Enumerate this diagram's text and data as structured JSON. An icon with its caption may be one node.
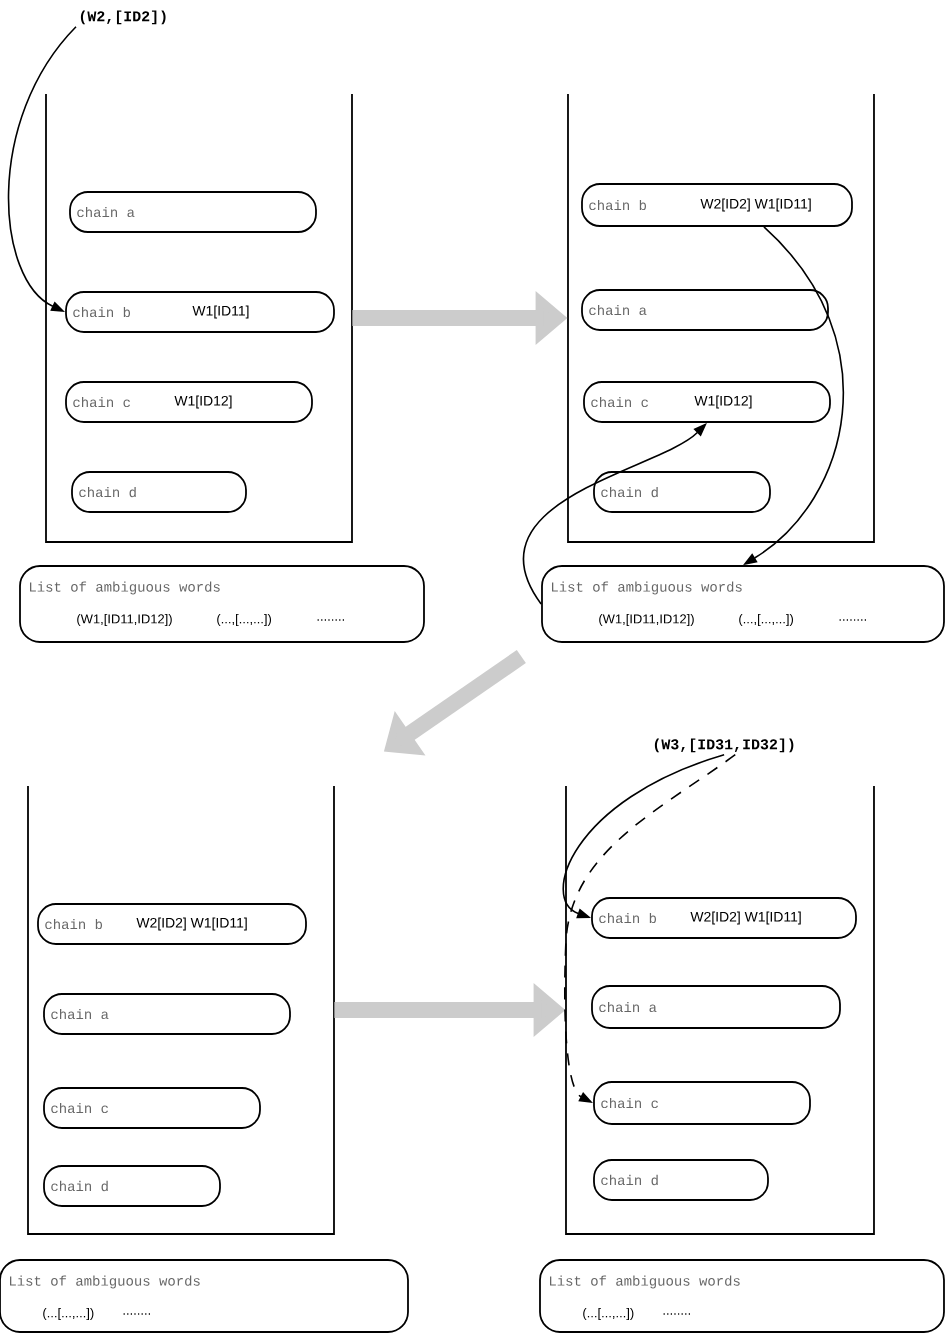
{
  "diagram": {
    "nodes": [
      {
        "text": [
          "(W2,[ID2])"
        ]
      },
      {
        "text": [],
        "shape": "box"
      },
      {
        "text": [
          "chain a"
        ],
        "in": 1
      },
      {
        "text": [
          "chain b",
          "W1[ID11]"
        ],
        "in": 1
      },
      {
        "text": [
          "chain c",
          "W1[ID12]"
        ],
        "in": 1
      },
      {
        "text": [
          "chain d"
        ],
        "in": 1
      },
      {
        "text": [
          "List of ambiguous words",
          "(W1,[ID11,ID12])",
          "(...,[...,...])",
          "........"
        ]
      },
      {
        "text": [],
        "shape": "box"
      },
      {
        "text": [
          "chain b",
          "W2[ID2] W1[ID11]"
        ],
        "in": 7
      },
      {
        "text": [
          "chain a"
        ],
        "in": 7
      },
      {
        "text": [
          "chain c",
          "W1[ID12]"
        ],
        "in": 7
      },
      {
        "text": [
          "chain d"
        ],
        "in": 7
      },
      {
        "text": [
          "List of ambiguous words",
          "(W1,[ID11,ID12])",
          "(...,[...,...])",
          "........"
        ]
      },
      {
        "text": [],
        "shape": "box"
      },
      {
        "text": [
          "chain b",
          "W2[ID2] W1[ID11]"
        ],
        "in": 13
      },
      {
        "text": [
          "chain a"
        ],
        "in": 13
      },
      {
        "text": [
          "chain c"
        ],
        "in": 13
      },
      {
        "text": [
          "chain d"
        ],
        "in": 13
      },
      {
        "text": [
          "List of ambiguous words",
          "(...[...,...])",
          "........"
        ]
      },
      {
        "text": [
          "(W3,[ID31,ID32])"
        ]
      },
      {
        "text": [],
        "shape": "box"
      },
      {
        "text": [
          "chain b",
          "W2[ID2] W1[ID11]"
        ],
        "in": 20
      },
      {
        "text": [
          "chain a"
        ],
        "in": 20
      },
      {
        "text": [
          "chain c"
        ],
        "in": 20
      },
      {
        "text": [
          "chain d"
        ],
        "in": 20
      },
      {
        "text": [
          "List of ambiguous words",
          "(...[...,...])",
          "........"
        ]
      }
    ],
    "edges": [
      {
        "from": 0,
        "to": 3,
        "arrow": "to"
      },
      {
        "from": 1,
        "to": 7,
        "arrow": "to",
        "style": "thick",
        "color": "#cccccc"
      },
      {
        "from": 8,
        "to": 12,
        "arrow": "to"
      },
      {
        "from": 12,
        "to": 10,
        "arrow": "to"
      },
      {
        "from": 12,
        "to": 13,
        "arrow": "to",
        "style": "thick",
        "color": "#cccccc"
      },
      {
        "from": 13,
        "to": 20,
        "arrow": "to",
        "style": "thick",
        "color": "#cccccc"
      },
      {
        "from": 19,
        "to": 21,
        "arrow": "to"
      },
      {
        "from": 19,
        "to": 23,
        "arrow": "to",
        "style": "dashed"
      }
    ]
  }
}
